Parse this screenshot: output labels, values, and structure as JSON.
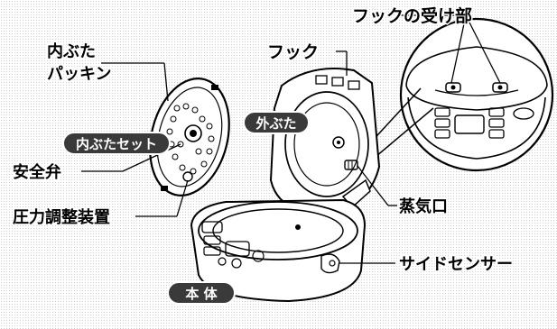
{
  "labels": {
    "hook_receiver": "フックの受け部",
    "hook": "フック",
    "inner_lid": "内ぶた",
    "packing": "パッキン",
    "inner_lid_set": "内ぶたセット",
    "outer_lid": "外ぶた",
    "safety_valve": "安全弁",
    "pressure_regulator": "圧力調整装置",
    "steam_port": "蒸気口",
    "side_sensor": "サイドセンサー",
    "body": "本 体"
  },
  "colors": {
    "line": "#000000",
    "badge_bg": "#3a3a3a",
    "badge_text": "#ffffff"
  }
}
